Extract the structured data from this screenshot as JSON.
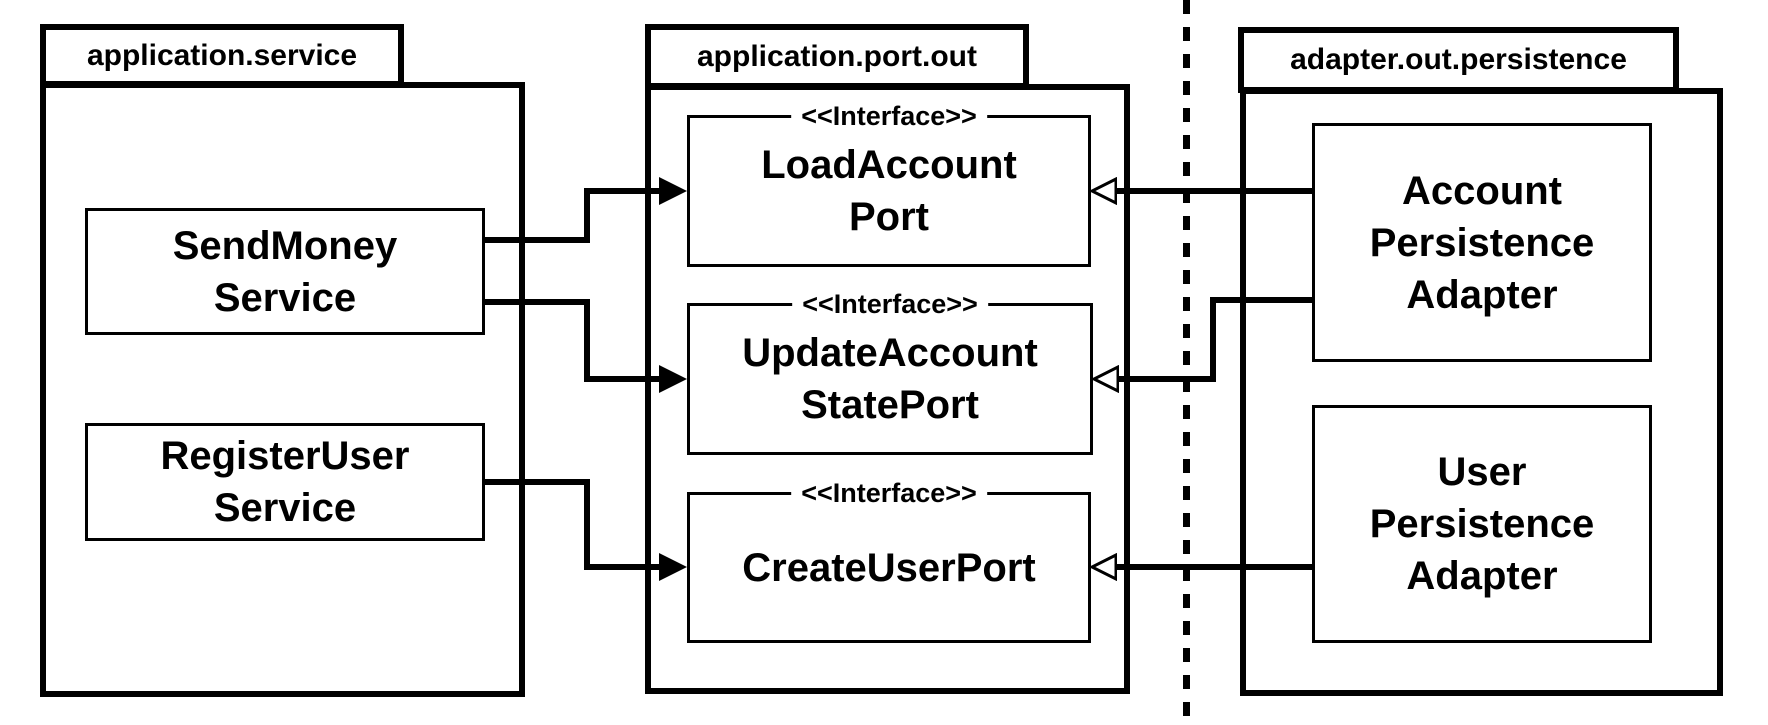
{
  "diagram_type": "uml-package-diagram",
  "colors": {
    "line": "#000000",
    "background": "#ffffff"
  },
  "interface_stereotype": "<<Interface>>",
  "packages": [
    {
      "label": "application.service",
      "children": [
        "SendMoneyService",
        "RegisterUserService"
      ]
    },
    {
      "label": "application.port.out",
      "children": [
        "LoadAccountPort",
        "UpdateAccountStatePort",
        "CreateUserPort"
      ]
    },
    {
      "label": "adapter.out.persistence",
      "children": [
        "AccountPersistenceAdapter",
        "UserPersistenceAdapter"
      ]
    }
  ],
  "nodes": {
    "send_money_service": {
      "label": "SendMoney\nService",
      "type": "class"
    },
    "register_user_service": {
      "label": "RegisterUser\nService",
      "type": "class"
    },
    "load_account_port": {
      "label": "LoadAccount\nPort",
      "type": "interface"
    },
    "update_account_state_port": {
      "label": "UpdateAccount\nStatePort",
      "type": "interface"
    },
    "create_user_port": {
      "label": "CreateUserPort",
      "type": "interface"
    },
    "account_persistence_adapter": {
      "label": "Account\nPersistence\nAdapter",
      "type": "class"
    },
    "user_persistence_adapter": {
      "label": "User\nPersistence\nAdapter",
      "type": "class"
    }
  },
  "connections": [
    {
      "from": "SendMoneyService",
      "to": "LoadAccountPort",
      "arrowhead": "solid",
      "direction": "left-to-right"
    },
    {
      "from": "SendMoneyService",
      "to": "UpdateAccountStatePort",
      "arrowhead": "solid",
      "direction": "left-to-right"
    },
    {
      "from": "RegisterUserService",
      "to": "CreateUserPort",
      "arrowhead": "solid",
      "direction": "left-to-right"
    },
    {
      "from": "AccountPersistenceAdapter",
      "to": "LoadAccountPort",
      "arrowhead": "open",
      "direction": "right-to-left"
    },
    {
      "from": "AccountPersistenceAdapter",
      "to": "UpdateAccountStatePort",
      "arrowhead": "open",
      "direction": "right-to-left"
    },
    {
      "from": "UserPersistenceAdapter",
      "to": "CreateUserPort",
      "arrowhead": "open",
      "direction": "right-to-left"
    }
  ],
  "boundary": {
    "style": "vertical-dashed-line",
    "between": [
      "application.port.out",
      "adapter.out.persistence"
    ]
  }
}
